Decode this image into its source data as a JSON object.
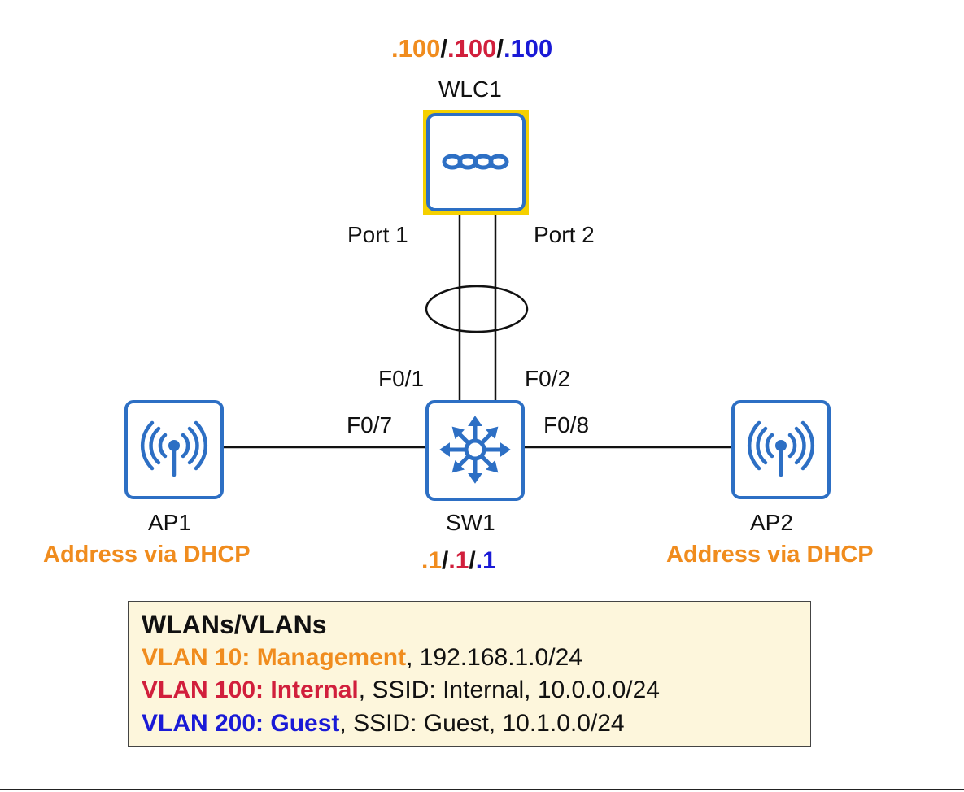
{
  "colors": {
    "management": "#f08c1e",
    "internal": "#d11f3c",
    "guest": "#1a1ad6",
    "device_stroke": "#2d6fc4",
    "highlight": "#f5d000",
    "legend_bg": "#fdf6dc"
  },
  "wlc": {
    "name": "WLC1",
    "icon": "wireless-lan-controller-icon",
    "addr_mgmt": ".100",
    "addr_int": ".100",
    "addr_guest": ".100",
    "sep": "/"
  },
  "links": {
    "port1": "Port 1",
    "port2": "Port 2",
    "sw_f01": "F0/1",
    "sw_f02": "F0/2",
    "sw_f07": "F0/7",
    "sw_f08": "F0/8"
  },
  "sw": {
    "name": "SW1",
    "icon": "multilayer-switch-icon",
    "addr_mgmt": ".1",
    "addr_int": ".1",
    "addr_guest": ".1",
    "sep": "/"
  },
  "ap1": {
    "name": "AP1",
    "icon": "access-point-icon",
    "addr_note": "Address via DHCP"
  },
  "ap2": {
    "name": "AP2",
    "icon": "access-point-icon",
    "addr_note": "Address via DHCP"
  },
  "legend": {
    "title": "WLANs/VLANs",
    "rows": [
      {
        "name": "VLAN 10: Management",
        "detail": ", 192.168.1.0/24"
      },
      {
        "name": "VLAN 100: Internal",
        "detail": ", SSID: Internal, 10.0.0.0/24"
      },
      {
        "name": "VLAN 200: Guest",
        "detail": ", SSID: Guest, 10.1.0.0/24"
      }
    ]
  }
}
